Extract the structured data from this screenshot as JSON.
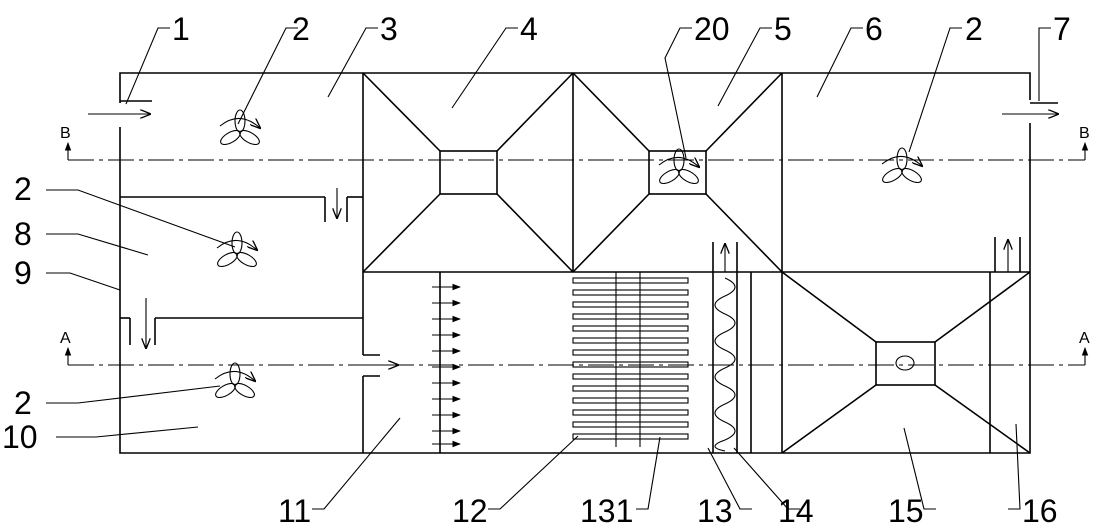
{
  "labels": [
    "1",
    "2",
    "3",
    "4",
    "20",
    "5",
    "6",
    "2",
    "7",
    "2",
    "8",
    "9",
    "2",
    "10",
    "11",
    "12",
    "131",
    "13",
    "14",
    "15",
    "16"
  ],
  "section_markers": {
    "a_left": "A",
    "a_right": "A",
    "b_left": "B",
    "b_right": "B"
  },
  "icons": [
    "fan-icon",
    "flow-arrow-icon",
    "spiral-coil-icon",
    "filter-plate-icon"
  ]
}
